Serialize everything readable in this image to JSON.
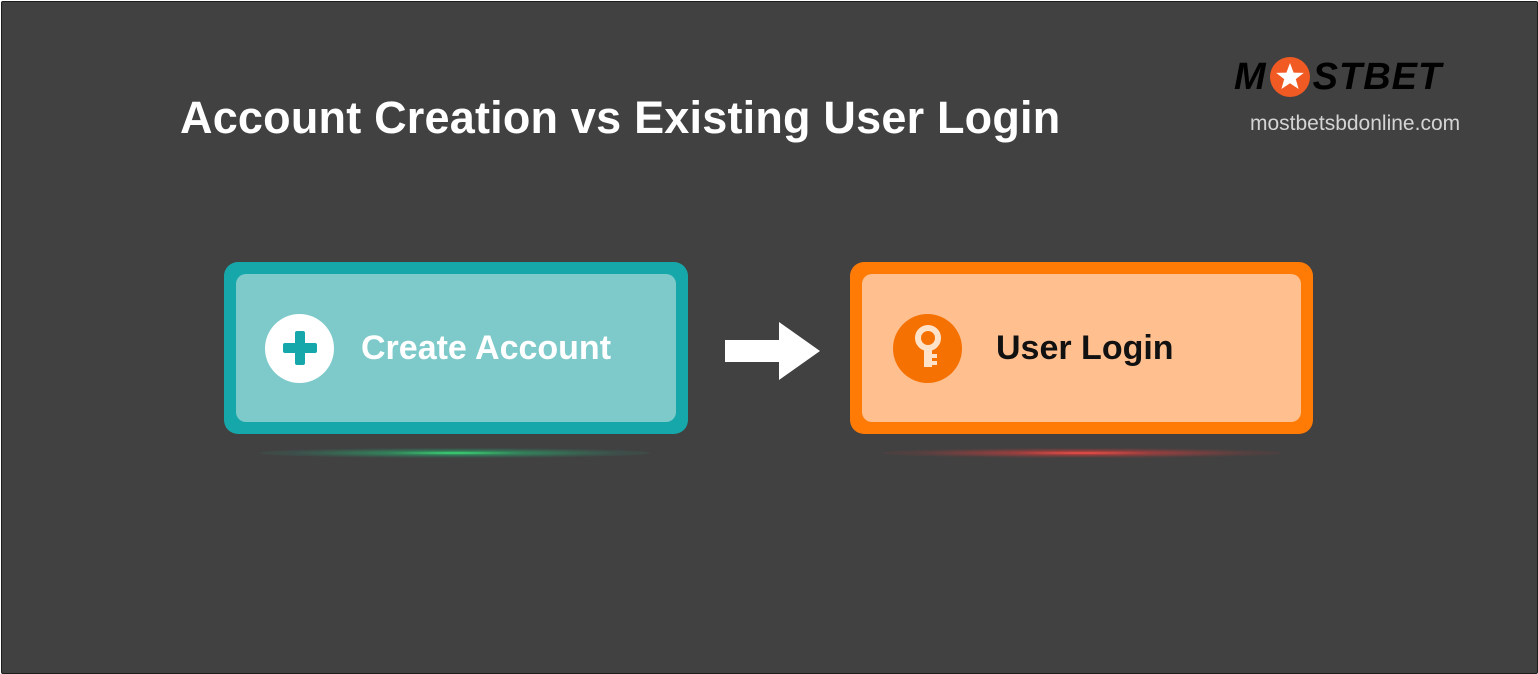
{
  "title": "Account Creation vs Existing User Login",
  "brand": {
    "logo_text_before": "M",
    "logo_text_after": "STBET",
    "url": "mostbetsbdonline.com"
  },
  "steps": [
    {
      "label": "Create Account",
      "icon": "plus-icon",
      "color": "#16a7aa",
      "fill": "#7ecaca"
    },
    {
      "label": "User Login",
      "icon": "key-icon",
      "color": "#ff7b06",
      "fill": "#ffbf8f"
    }
  ],
  "colors": {
    "background": "#414141",
    "brand_accent": "#f15a22",
    "glow_create": "#3ce678",
    "glow_login": "#ff5046"
  }
}
